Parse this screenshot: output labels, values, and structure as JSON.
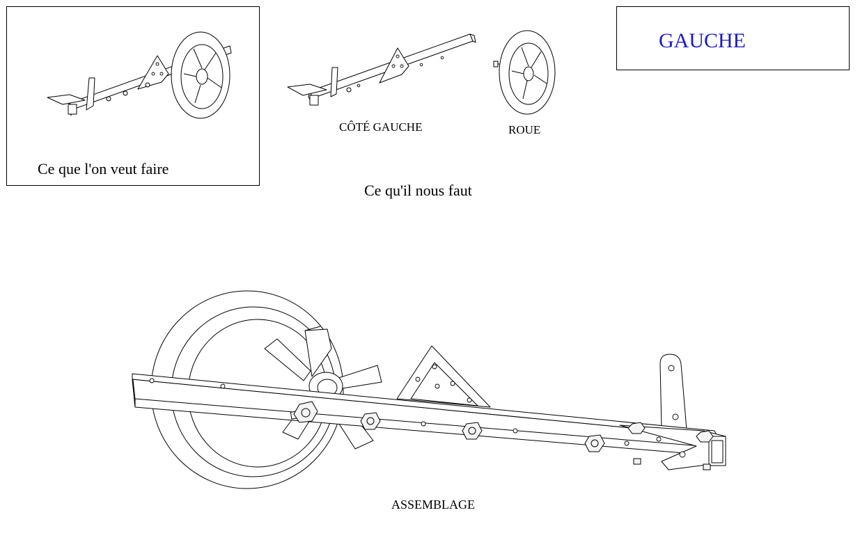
{
  "labels": {
    "goal": "Ce que l'on veut faire",
    "side_left": "CÔTÉ GAUCHE",
    "wheel": "ROUE",
    "needs": "Ce qu'il nous faut",
    "assembly": "ASSEMBLAGE"
  },
  "side_tag": {
    "text": "GAUCHE",
    "color": "#1a1acc"
  }
}
